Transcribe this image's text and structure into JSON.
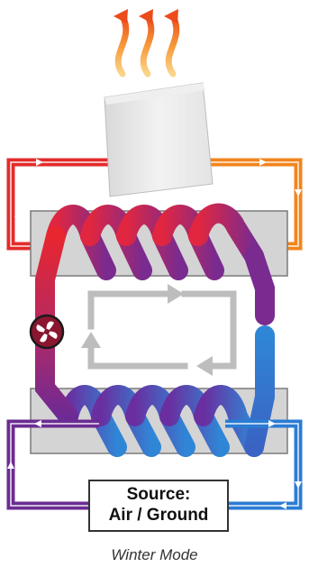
{
  "source": {
    "line1": "Source:",
    "line2": "Air / Ground"
  },
  "caption": "Winter Mode",
  "colors": {
    "hot": "#e8332a",
    "warm_orange": "#f2851e",
    "purple": "#7c2f90",
    "cool_blue": "#2f7fd0",
    "block_gray": "#d4d4d4",
    "arrow_gray": "#bdbdbd"
  },
  "icons": [
    "heat-wave-icon",
    "radiator-icon",
    "fan-icon",
    "flow-arrow-icon",
    "cycle-arrow-icon"
  ]
}
